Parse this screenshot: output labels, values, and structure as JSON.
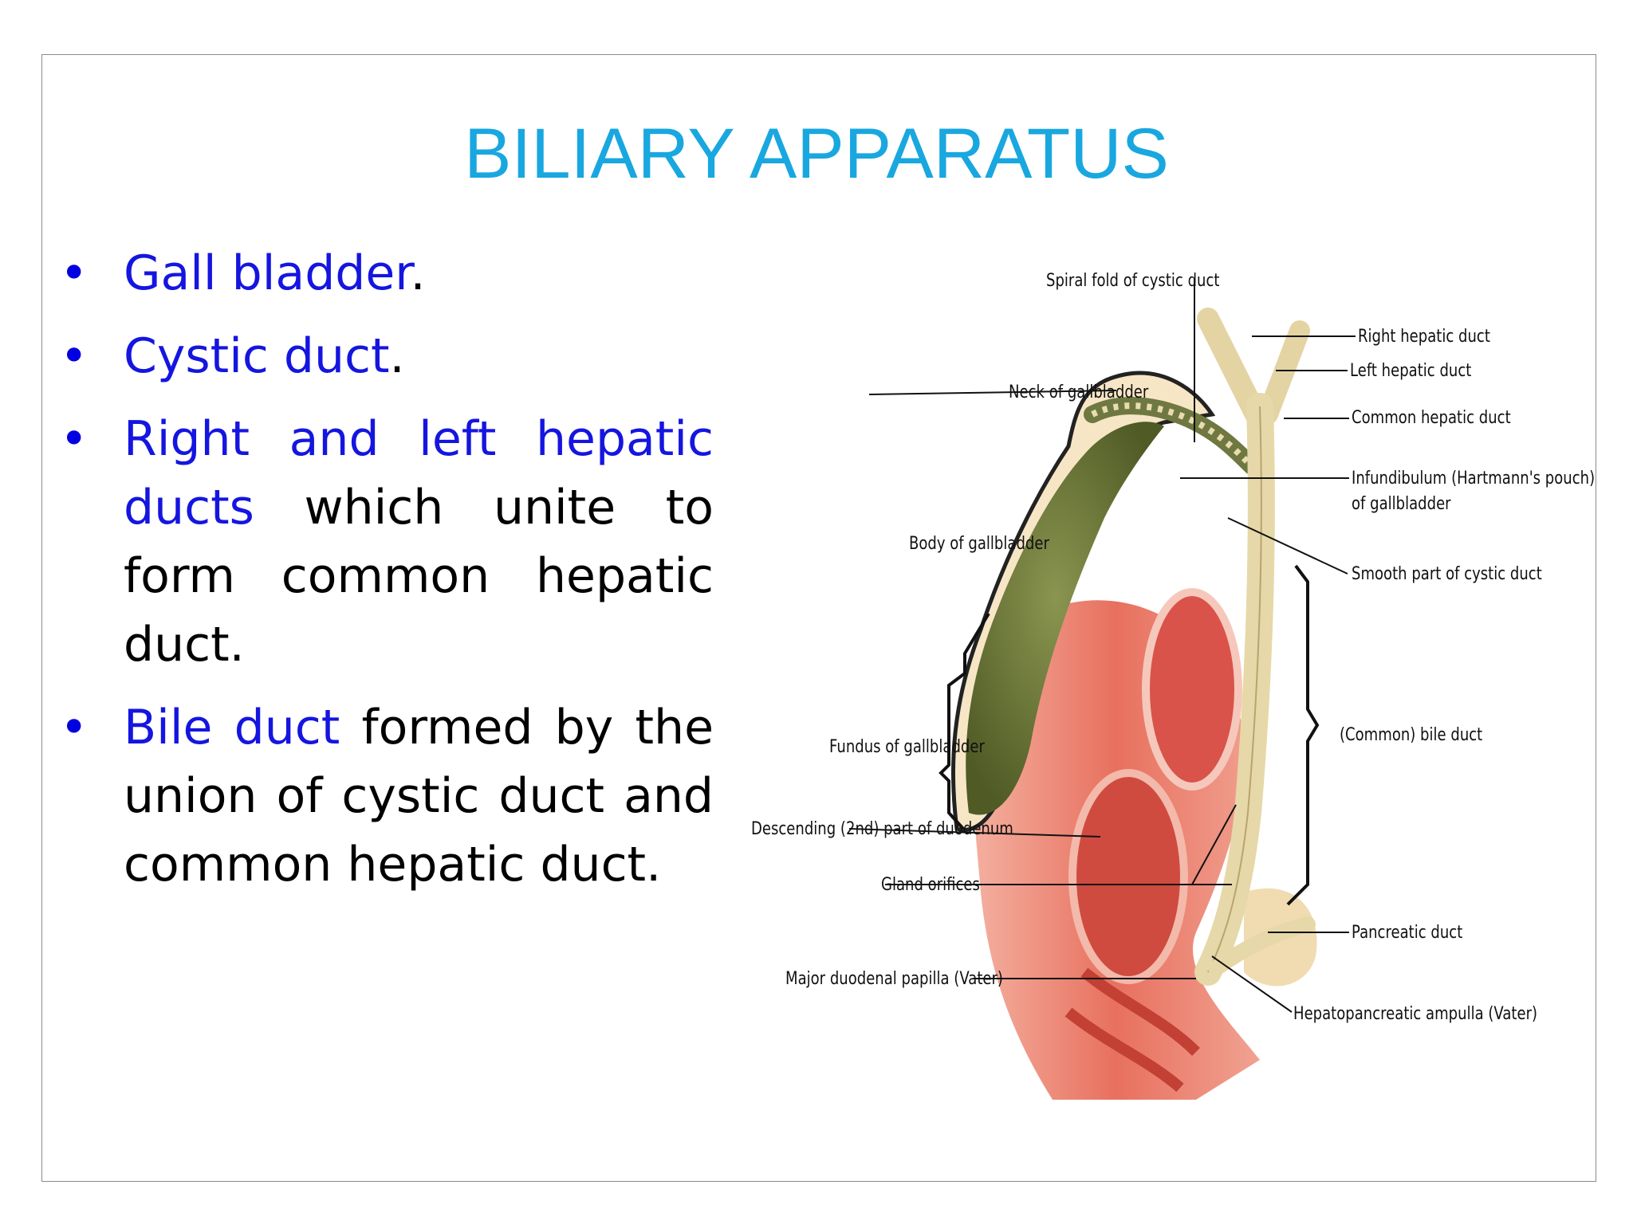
{
  "slide": {
    "title": "BILIARY APPARATUS",
    "bullets": [
      {
        "marker": "•",
        "parts": [
          {
            "text": "Gall bladder",
            "color": "blue"
          },
          {
            "text": ".",
            "color": "black"
          }
        ]
      },
      {
        "marker": "•",
        "parts": [
          {
            "text": "Cystic duct",
            "color": "blue"
          },
          {
            "text": ".",
            "color": "black"
          }
        ]
      },
      {
        "marker": "•",
        "parts": [
          {
            "text": "Right and left hepatic ducts",
            "color": "blue"
          },
          {
            "text": " which unite to form common hepatic duct.",
            "color": "black"
          }
        ]
      },
      {
        "marker": "•",
        "parts": [
          {
            "text": "Bile duct",
            "color": "blue"
          },
          {
            "text": " formed by the union of cystic duct and common hepatic duct.",
            "color": "black"
          }
        ]
      }
    ]
  },
  "diagram": {
    "labels": {
      "spiral_fold": "Spiral fold of cystic duct",
      "right_hepatic": "Right hepatic duct",
      "left_hepatic": "Left hepatic duct",
      "neck": "Neck of gallbladder",
      "common_hepatic": "Common hepatic duct",
      "infundibulum_1": "Infundibulum (Hartmann's pouch)",
      "infundibulum_2": "of gallbladder",
      "body": "Body of gallbladder",
      "smooth_cystic": "Smooth part of cystic duct",
      "bile_duct": "(Common) bile duct",
      "fundus": "Fundus of gallbladder",
      "descending": "Descending (2nd) part of duodenum",
      "gland": "Gland orifices",
      "pancreatic": "Pancreatic duct",
      "papilla": "Major duodenal papilla (Vater)",
      "ampulla": "Hepatopancreatic ampulla (Vater)"
    }
  },
  "colors": {
    "title": "#19a7e0",
    "highlight": "#1515e0",
    "gallbladder": "#6d7a3a",
    "duodenum": "#e8705e",
    "duct": "#e8dcb0"
  }
}
